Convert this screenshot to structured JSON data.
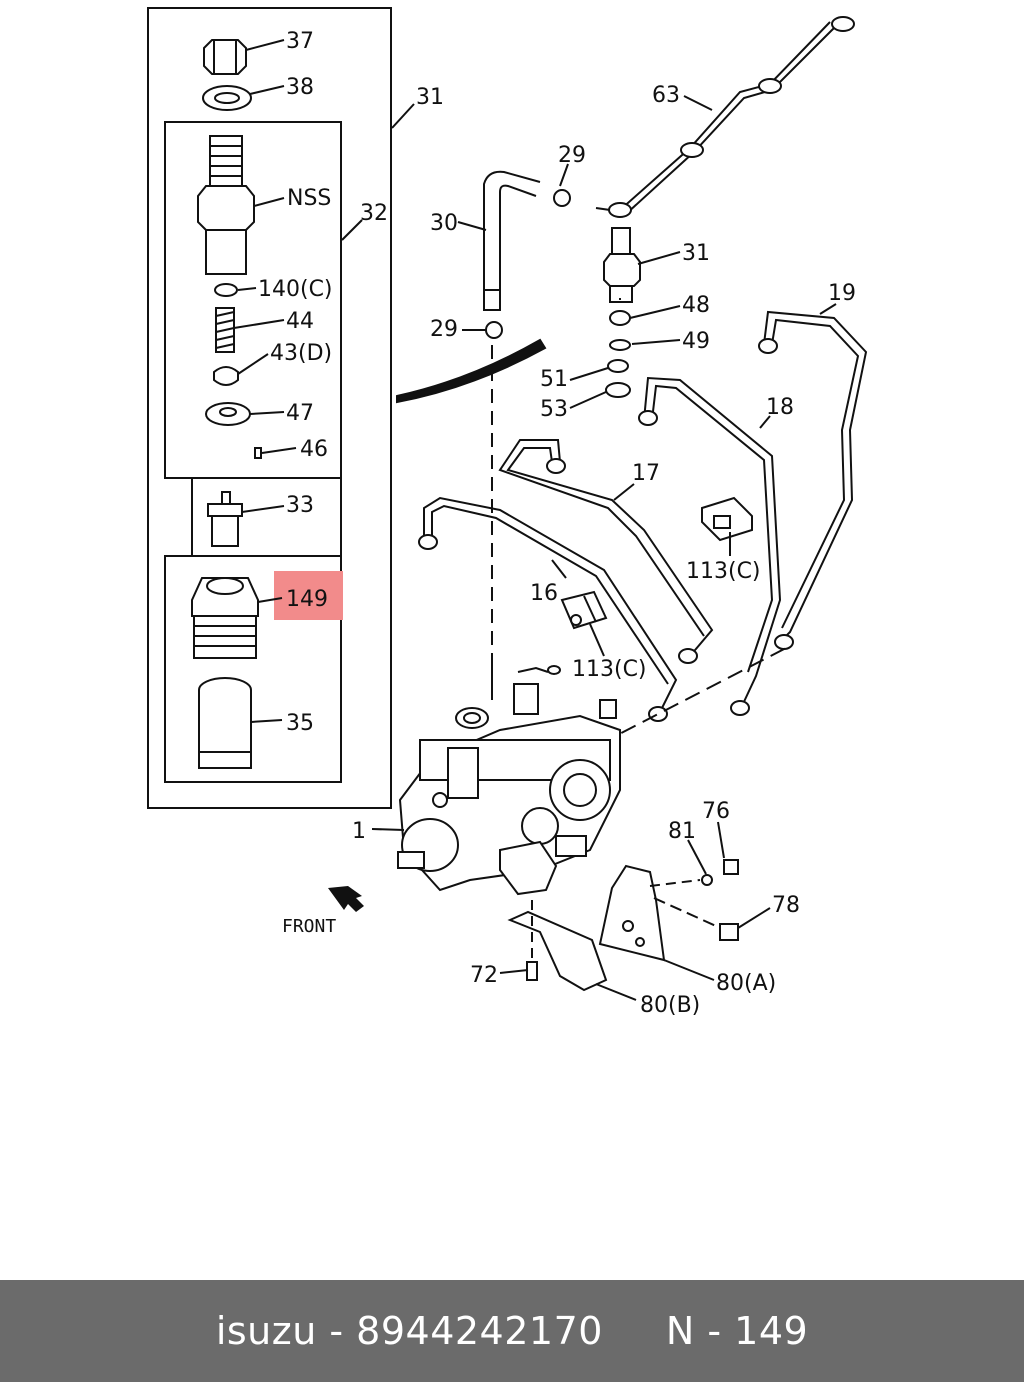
{
  "callouts": {
    "c37": "37",
    "c38": "38",
    "c31_box": "31",
    "c32": "32",
    "nss": "NSS",
    "c140": "140(C)",
    "c44": "44",
    "c43": "43(D)",
    "c47": "47",
    "c46": "46",
    "c33": "33",
    "c149": "149",
    "c35": "35",
    "c63": "63",
    "c29a": "29",
    "c30": "30",
    "c31": "31",
    "c29b": "29",
    "c48": "48",
    "c49": "49",
    "c51": "51",
    "c53": "53",
    "c19": "19",
    "c18": "18",
    "c17": "17",
    "c16": "16",
    "c113a": "113(C)",
    "c113b": "113(C)",
    "c1": "1",
    "c81": "81",
    "c76": "76",
    "c78": "78",
    "c72": "72",
    "c80a": "80(A)",
    "c80b": "80(B)"
  },
  "front_label": "FRONT",
  "highlight_color": "#f28b8b",
  "footer": {
    "brand": "isuzu",
    "sep1": " - ",
    "part_number": "8944242170",
    "gap": "     ",
    "ref": "N - 149"
  }
}
